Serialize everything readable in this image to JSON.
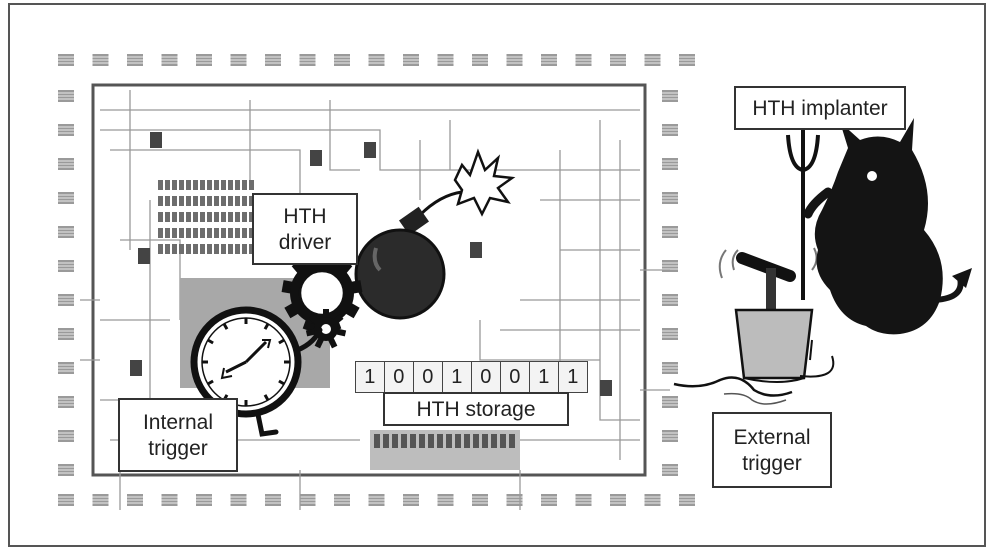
{
  "labels": {
    "hth_driver": [
      "HTH",
      "driver"
    ],
    "hth_implanter": "HTH implanter",
    "internal_trigger": [
      "Internal",
      "trigger"
    ],
    "hth_storage": "HTH storage",
    "external_trigger": [
      "External",
      "trigger"
    ]
  },
  "storage_bits": [
    "1",
    "0",
    "0",
    "1",
    "0",
    "0",
    "1",
    "1"
  ],
  "colors": {
    "background": "#ffffff",
    "die_line": "#888888",
    "pad": "#9a9a9a",
    "ink": "#111111",
    "callout_border": "#333333"
  }
}
